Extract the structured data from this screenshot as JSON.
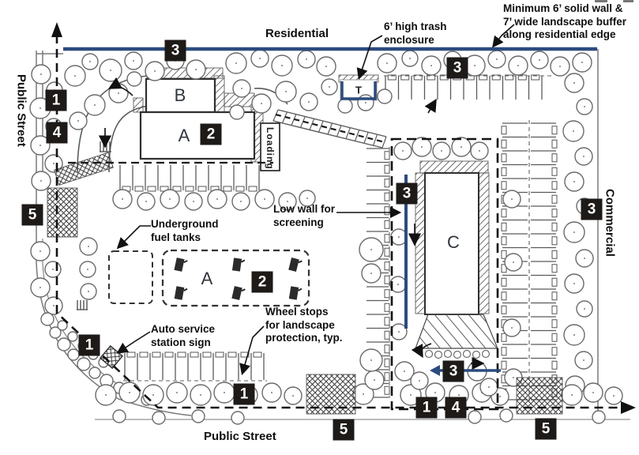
{
  "streets": {
    "top": "Residential",
    "left": "Public Street",
    "bottom": "Public Street",
    "right": "Commercial"
  },
  "labels": {
    "buffer": "Minimum 6’ solid wall &\n7’ wide landscape buffer\nalong residential edge",
    "trash": "6’ high trash\nenclosure",
    "low_wall": "Low wall for\nscreening",
    "fuel_tanks": "Underground\nfuel tanks",
    "service_sign": "Auto service\nstation sign",
    "wheel_stops": "Wheel stops\nfor landscape\nprotection, typ."
  },
  "buildings": {
    "a": "A",
    "b": "B",
    "c": "C",
    "pump_island": "A",
    "loading": "Loading",
    "trash": "T"
  },
  "badges": {
    "wall_top": "3",
    "entry_left_1": "1",
    "entry_left_4": "4",
    "drive_left_5": "5",
    "canopy_2": "2",
    "parking_north_3": "3",
    "parking_east_3": "3",
    "low_wall_3": "3",
    "pump_2": "2",
    "corner_1": "1",
    "parking_south_1": "1",
    "drive_south_5": "5",
    "south_1": "1",
    "south_4": "4",
    "south_wall_3": "3",
    "drive_southeast_5": "5"
  },
  "colors": {
    "wall_blue": "#2c4b7e",
    "ink": "#4e4e4e",
    "line_black": "#161616",
    "badge_bg": "#1d1a18",
    "badge_text": "#ffffff",
    "paper": "#ffffff"
  }
}
